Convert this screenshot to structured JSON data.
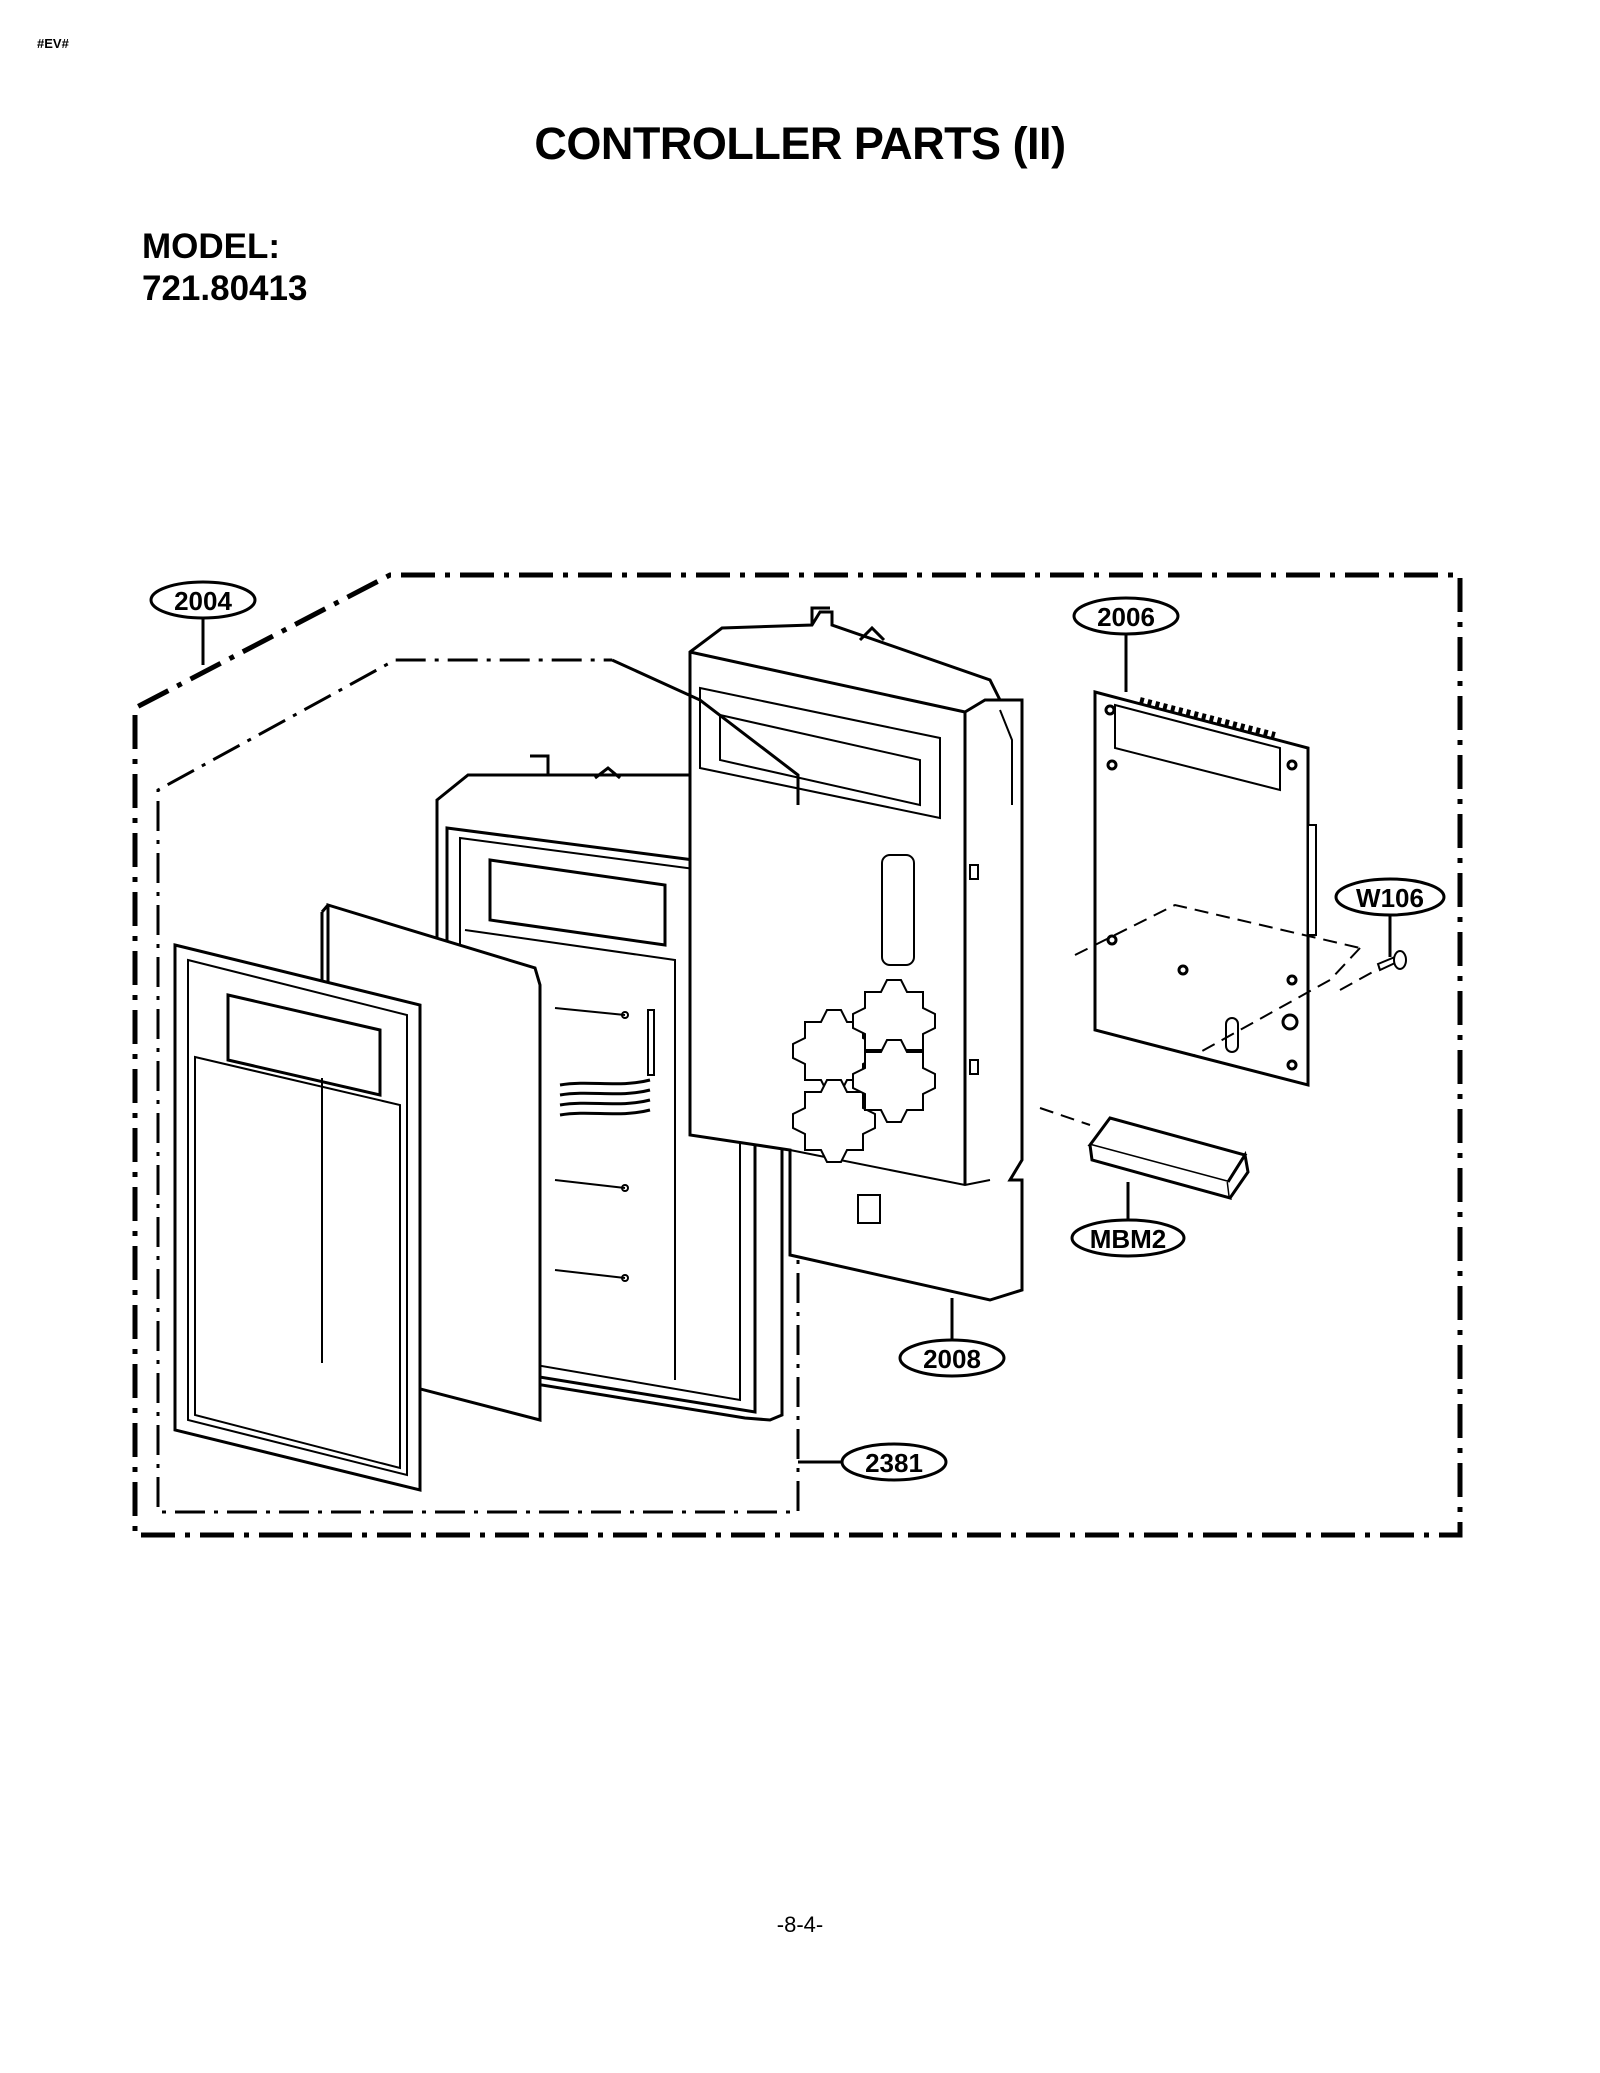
{
  "page": {
    "corner_tag": "#EV#",
    "title": "CONTROLLER PARTS (II)",
    "model_label": "MODEL:",
    "model_number": "721.80413",
    "page_number": "-8-4-"
  },
  "diagram": {
    "callouts": {
      "c2004": "2004",
      "c2006": "2006",
      "cW106": "W106",
      "cMBM2": "MBM2",
      "c2008": "2008",
      "c2381": "2381"
    }
  }
}
